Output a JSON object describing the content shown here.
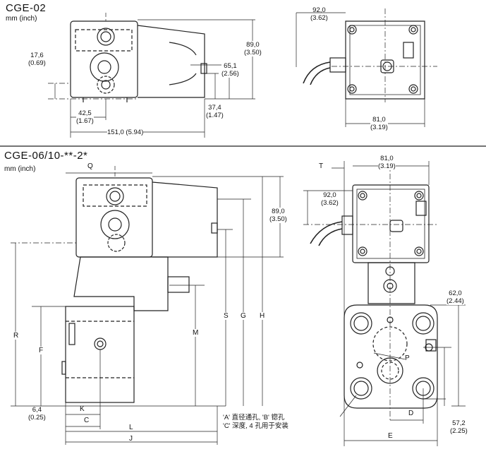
{
  "top": {
    "title": "CGE-02",
    "unit": "mm (inch)",
    "dims": {
      "d92": "92,0",
      "d92i": "(3.62)",
      "d89": "89,0",
      "d89i": "(3.50)",
      "d17": "17,6",
      "d17i": "(0.69)",
      "d65": "65,1",
      "d65i": "(2.56)",
      "d37": "37,4",
      "d37i": "(1.47)",
      "d42": "42,5",
      "d42i": "(1.67)",
      "d151": "151,0 (5.94)",
      "d81": "81,0",
      "d81i": "(3.19)"
    }
  },
  "bottom": {
    "title": "CGE-06/10-**-2*",
    "unit": "mm (inch)",
    "dims": {
      "d81": "81,0",
      "d81i": "(3.19)",
      "d92": "92,0",
      "d92i": "(3.62)",
      "d89": "89,0",
      "d89i": "(3.50)",
      "d62": "62,0",
      "d62i": "(2.44)",
      "d6": "6,4",
      "d6i": "(0.25)",
      "d57": "57,2",
      "d57i": "(2.25)"
    },
    "letters": {
      "Q": "Q",
      "T": "T",
      "R": "R",
      "F": "F",
      "M": "M",
      "S": "S",
      "G": "G",
      "H": "H",
      "K": "K",
      "C": "C",
      "L": "L",
      "J": "J",
      "P": "P",
      "D": "D",
      "E": "E"
    },
    "note": {
      "line1": "'A' 直径通孔, 'B' 锪孔",
      "line2": "'C' 深度, 4 孔用于安装"
    }
  }
}
